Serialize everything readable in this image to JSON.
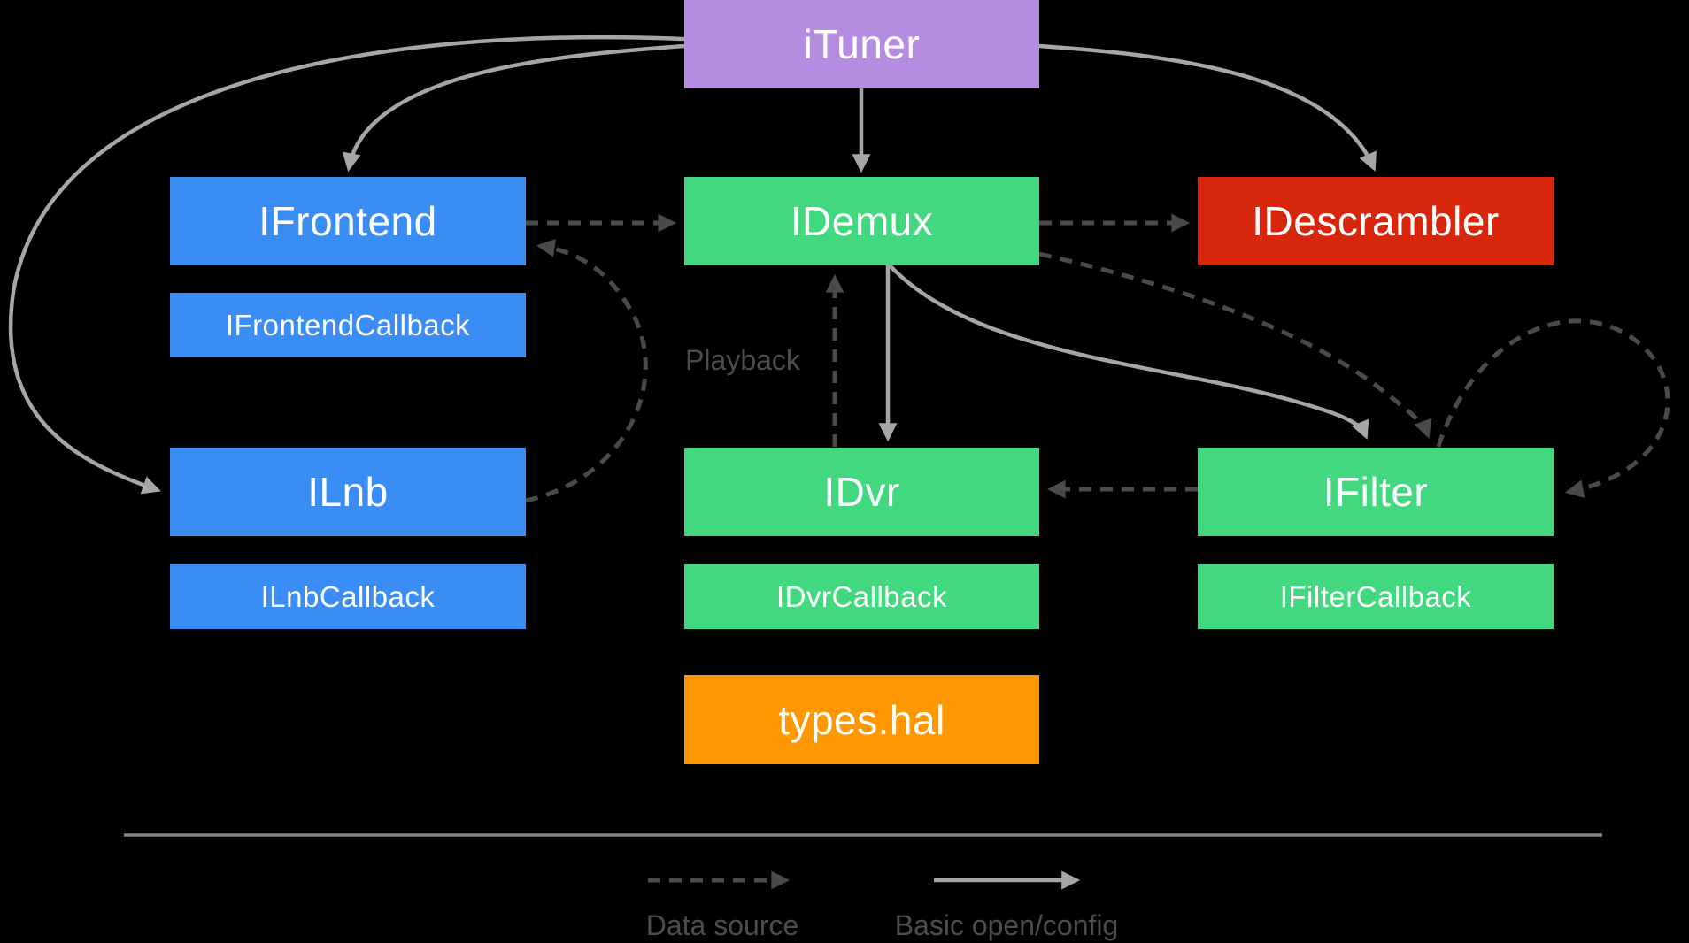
{
  "diagram": {
    "background_color": "#000000",
    "nodes": {
      "ituner": {
        "label": "iTuner",
        "color": "#b48ce0"
      },
      "ifrontend": {
        "label": "IFrontend",
        "color": "#3b8df6"
      },
      "ifrontend_callback": {
        "label": "IFrontendCallback",
        "color": "#3b8df6"
      },
      "ilnb": {
        "label": "ILnb",
        "color": "#3b8df6"
      },
      "ilnb_callback": {
        "label": "ILnbCallback",
        "color": "#3b8df6"
      },
      "idemux": {
        "label": "IDemux",
        "color": "#41d87f"
      },
      "idvr": {
        "label": "IDvr",
        "color": "#41d87f"
      },
      "idvr_callback": {
        "label": "IDvrCallback",
        "color": "#41d87f"
      },
      "types_hal": {
        "label": "types.hal",
        "color": "#ff9800"
      },
      "idescrambler": {
        "label": "IDescrambler",
        "color": "#d7260c"
      },
      "ifilter": {
        "label": "IFilter",
        "color": "#41d87f"
      },
      "ifilter_callback": {
        "label": "IFilterCallback",
        "color": "#41d87f"
      }
    },
    "annotations": {
      "playback_label": "Playback"
    },
    "legend": {
      "data_source_label": "Data source",
      "basic_open_config_label": "Basic open/config"
    },
    "edge_styles": {
      "solid_color": "#a6a6a6",
      "dashed_color": "#4a4a4a",
      "divider_color": "#878787",
      "label_text_color": "#4d4d4d"
    },
    "edges": [
      {
        "from": "iTuner",
        "to": "IFrontend",
        "style": "solid"
      },
      {
        "from": "iTuner",
        "to": "ILnb",
        "style": "solid"
      },
      {
        "from": "iTuner",
        "to": "IDemux",
        "style": "solid"
      },
      {
        "from": "iTuner",
        "to": "IDescrambler",
        "style": "solid"
      },
      {
        "from": "IDemux",
        "to": "IDvr",
        "style": "solid"
      },
      {
        "from": "IDemux",
        "to": "IFilter",
        "style": "solid"
      },
      {
        "from": "IFrontend",
        "to": "IDemux",
        "style": "dashed"
      },
      {
        "from": "IDemux",
        "to": "IDescrambler",
        "style": "dashed"
      },
      {
        "from": "IDemux",
        "to": "IFilter",
        "style": "dashed"
      },
      {
        "from": "IDvr",
        "to": "IDemux",
        "style": "dashed",
        "label": "Playback"
      },
      {
        "from": "ILnb",
        "to": "IFrontend",
        "style": "dashed"
      },
      {
        "from": "IFilter",
        "to": "IDvr",
        "style": "dashed"
      },
      {
        "from": "IFilter",
        "to": "IFilter",
        "style": "dashed"
      }
    ]
  }
}
